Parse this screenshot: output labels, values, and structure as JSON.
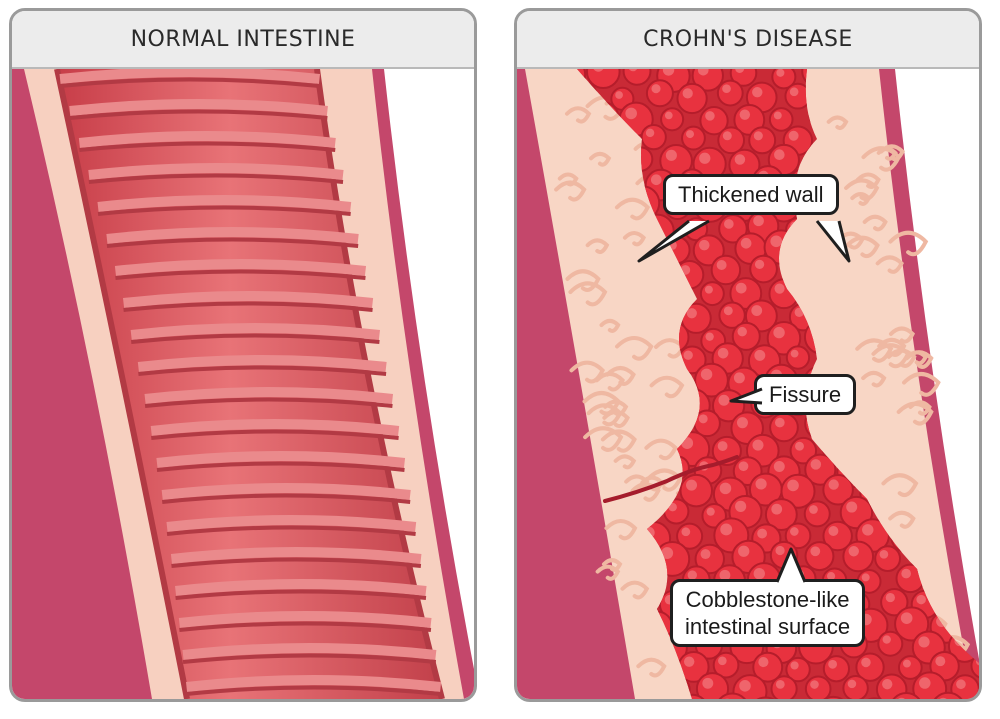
{
  "panels": {
    "left": {
      "title": "NORMAL INTESTINE"
    },
    "right": {
      "title": "CROHN'S DISEASE",
      "callouts": {
        "thickened_wall": "Thickened wall",
        "fissure": "Fissure",
        "cobblestone_line1": "Cobblestone-like",
        "cobblestone_line2": "intestinal surface"
      }
    }
  },
  "colors": {
    "outer_wall": "#c4476b",
    "wall_tissue": "#f7d0c0",
    "lumen": "#d94952",
    "fold_highlight": "#ea8a8c",
    "fold_shadow": "#b23a44",
    "cobblestone": "#e8323f",
    "panel_border": "#9a9a9a",
    "header_bg": "#ececec"
  }
}
